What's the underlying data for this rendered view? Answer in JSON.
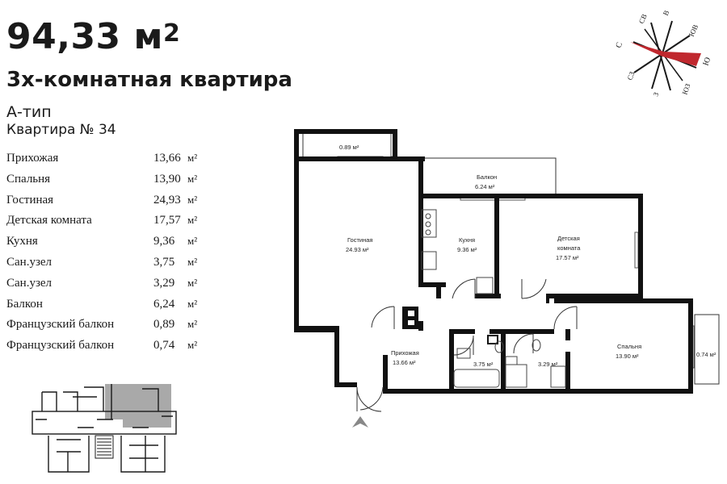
{
  "header": {
    "area_value": "94,33 м",
    "area_sup": "2",
    "apartment_type": "3х-комнатная квартира",
    "layout_type": "А-тип",
    "apartment_number": "Квартира № 34"
  },
  "rooms": [
    {
      "name": "Прихожая",
      "value": "13,66",
      "unit": "м²"
    },
    {
      "name": "Спальня",
      "value": "13,90",
      "unit": "м²"
    },
    {
      "name": "Гостиная",
      "value": "24,93",
      "unit": "м²"
    },
    {
      "name": "Детская комната",
      "value": "17,57",
      "unit": "м²"
    },
    {
      "name": "Кухня",
      "value": "9,36",
      "unit": "м²"
    },
    {
      "name": "Сан.узел",
      "value": "3,75",
      "unit": "м²"
    },
    {
      "name": "Сан.узел",
      "value": "3,29",
      "unit": "м²"
    },
    {
      "name": "Балкон",
      "value": "6,24",
      "unit": "м²"
    },
    {
      "name": "Французский балкон",
      "value": "0,89",
      "unit": "м²"
    },
    {
      "name": "Французский балкон",
      "value": "0,74",
      "unit": "м²"
    }
  ],
  "compass": {
    "s": "С",
    "sv": "СВ",
    "v": "В",
    "yuv": "ЮВ",
    "yu": "Ю",
    "yuz": "ЮЗ",
    "z": "З",
    "sz": "СЗ",
    "accent_color": "#c0282e"
  },
  "plan": {
    "french_balcony_1": "0.89 м²",
    "balcony_name": "Балкон",
    "balcony_area": "6.24 м²",
    "living_name": "Гостиная",
    "living_area": "24.93 м²",
    "kitchen_name": "Кухня",
    "kitchen_area": "9.36 м²",
    "kids_name_1": "Детская",
    "kids_name_2": "комната",
    "kids_area": "17.57 м²",
    "hall_name": "Прихожая",
    "hall_area": "13.66 м²",
    "bath1_area": "3.75 м²",
    "bath2_area": "3.29 м²",
    "bedroom_name": "Спальня",
    "bedroom_area": "13.90 м²",
    "french_balcony_2": "0.74 м²"
  }
}
